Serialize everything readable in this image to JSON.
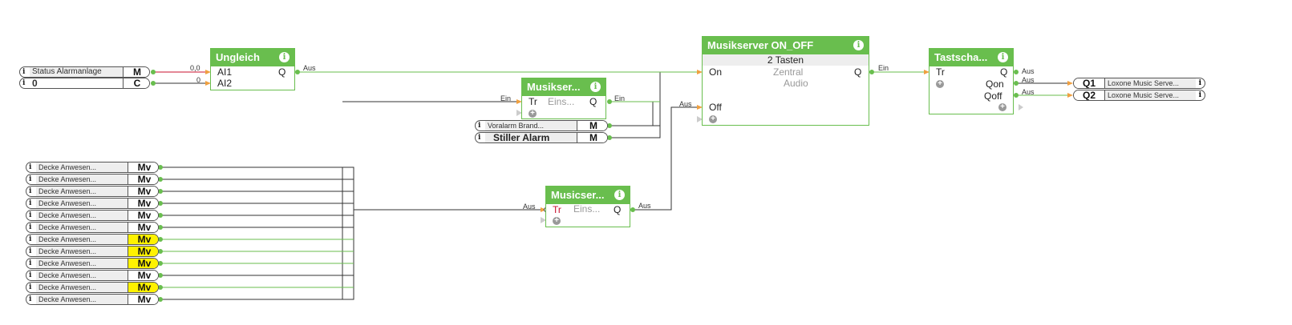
{
  "colors": {
    "accent": "#69be4e",
    "wire": "#333333",
    "active_wire": "#69be4e",
    "highlight": "#fff200",
    "port_input": "#f0a040",
    "red": "#c8102e"
  },
  "inputs": {
    "status": {
      "label": "Status Alarmanlage",
      "tag": "M"
    },
    "const": {
      "label": "0",
      "tag": "C"
    },
    "voralarm": {
      "label": "Voralarm Brand...",
      "tag": "M"
    },
    "stiller": {
      "label": "Stiller Alarm",
      "tag": "M"
    },
    "decke": [
      {
        "label": "Decke Anwesen...",
        "tag": "Mv",
        "highlight": false
      },
      {
        "label": "Decke Anwesen...",
        "tag": "Mv",
        "highlight": false
      },
      {
        "label": "Decke Anwesen...",
        "tag": "Mv",
        "highlight": false
      },
      {
        "label": "Decke Anwesen...",
        "tag": "Mv",
        "highlight": false
      },
      {
        "label": "Decke Anwesen...",
        "tag": "Mv",
        "highlight": false
      },
      {
        "label": "Decke Anwesen...",
        "tag": "Mv",
        "highlight": false
      },
      {
        "label": "Decke Anwesen...",
        "tag": "Mv",
        "highlight": true
      },
      {
        "label": "Decke Anwesen...",
        "tag": "Mv",
        "highlight": true
      },
      {
        "label": "Decke Anwesen...",
        "tag": "Mv",
        "highlight": true
      },
      {
        "label": "Decke Anwesen...",
        "tag": "Mv",
        "highlight": false
      },
      {
        "label": "Decke Anwesen...",
        "tag": "Mv",
        "highlight": true
      },
      {
        "label": "Decke Anwesen...",
        "tag": "Mv",
        "highlight": false
      }
    ]
  },
  "blocks": {
    "ungleich": {
      "title": "Ungleich",
      "in1": "AI1",
      "in2": "AI2",
      "out": "Q"
    },
    "musikser": {
      "title": "Musikser...",
      "in": "Tr",
      "param": "Eins...",
      "out": "Q"
    },
    "musicser": {
      "title": "Musicser...",
      "in": "Tr",
      "param": "Eins...",
      "out": "Q"
    },
    "onoff": {
      "title": "Musikserver ON_OFF",
      "sub": "2 Tasten",
      "in_on": "On",
      "in_off": "Off",
      "out": "Q",
      "line1": "Zentral",
      "line2": "Audio"
    },
    "tast": {
      "title": "Tastscha...",
      "in": "Tr",
      "out1": "Q",
      "out2": "Qon",
      "out3": "Qoff"
    }
  },
  "outputs": [
    {
      "tag": "Q1",
      "label": "Loxone Music Serve..."
    },
    {
      "tag": "Q2",
      "label": "Loxone Music Serve..."
    }
  ],
  "wire_labels": {
    "a00": "0,0",
    "a0": "0",
    "aus_ungleich": "Aus",
    "ein_musik_in": "Ein",
    "ein_musik_out": "Ein",
    "aus_music_in": "Aus",
    "aus_music_out": "Aus",
    "aus_off": "Aus",
    "ein_onoff": "Ein",
    "aus_t1": "Aus",
    "aus_t2": "Aus",
    "aus_t3": "Aus"
  },
  "info_glyph": "i",
  "plus_glyph": "+"
}
